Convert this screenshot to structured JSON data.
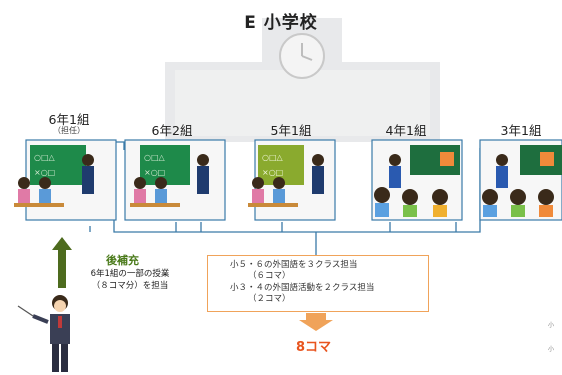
{
  "title": "E 小学校",
  "classes": [
    {
      "label": "6年1組",
      "note": "（担任）"
    },
    {
      "label": "6年2組"
    },
    {
      "label": "5年1組"
    },
    {
      "label": "4年1組"
    },
    {
      "label": "3年1組"
    }
  ],
  "reinforcement": {
    "title": "後補充",
    "desc_line1": "6年1組の一部の授業",
    "desc_line2": "（８コマ分）を担当"
  },
  "info_box": {
    "line1": "小５・６の外国語を３クラス担当",
    "line2": "（６コマ）",
    "line3": "小３・４の外国語活動を２クラス担当",
    "line4": "（２コマ）"
  },
  "total": "8コマ",
  "edge_marks": [
    "小",
    "小"
  ],
  "colors": {
    "connector": "#3a7aa8",
    "arrow_green": "#4d6b1e",
    "orange": "#f0a35a",
    "total_text": "#e8541e"
  }
}
